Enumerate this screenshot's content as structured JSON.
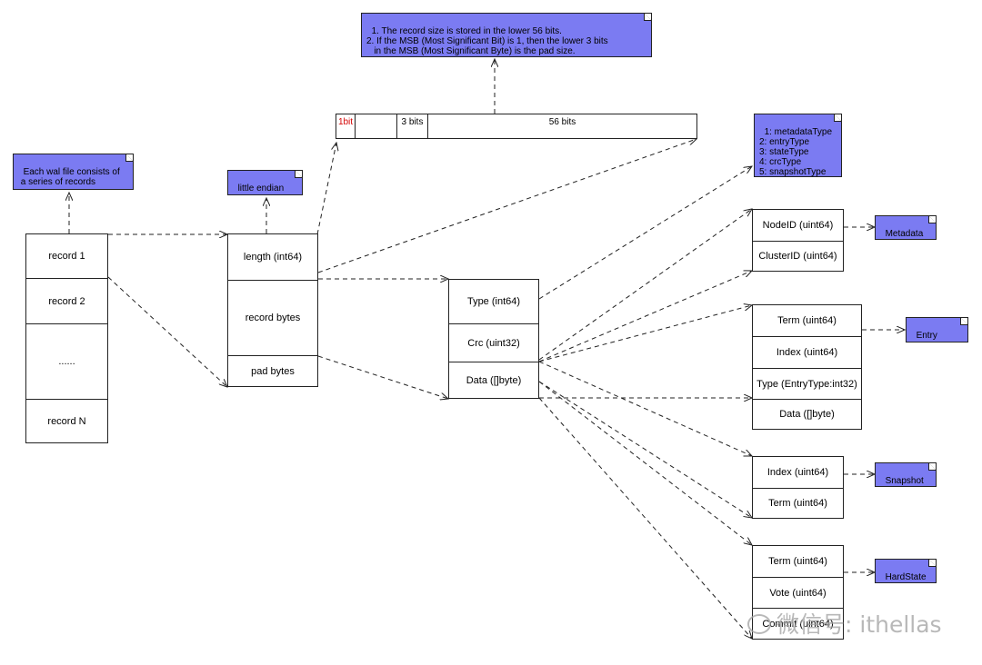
{
  "notes": {
    "record_size": "1. The record size is stored in the lower 56 bits.\n2. If the MSB (Most Significant Bit) is 1, then the lower 3 bits\n   in the MSB (Most Significant Byte) is the pad size.",
    "wal_file": "Each wal file consists of\n a series of records",
    "endian": "little endian",
    "types": "1: metadataType\n2: entryType\n3: stateType\n4: crcType\n5: snapshotType",
    "metadata": "Metadata",
    "entry": "Entry",
    "snapshot": "Snapshot",
    "hardstate": "HardState"
  },
  "bit_layout": {
    "msb": "1bit",
    "pad": "3 bits",
    "size": "56 bits"
  },
  "wal": {
    "records": [
      "record 1",
      "record 2",
      "......",
      "record N"
    ]
  },
  "frame": {
    "fields": [
      "length (int64)",
      "record bytes",
      "pad bytes"
    ]
  },
  "record": {
    "fields": [
      "Type (int64)",
      "Crc (uint32)",
      "Data ([]byte)"
    ]
  },
  "metadata": {
    "fields": [
      "NodeID (uint64)",
      "ClusterID (uint64)"
    ]
  },
  "entry": {
    "fields": [
      "Term (uint64)",
      "Index (uint64)",
      "Type (EntryType:int32)",
      "Data ([]byte)"
    ]
  },
  "snapshot": {
    "fields": [
      "Index (uint64)",
      "Term (uint64)"
    ]
  },
  "hardstate": {
    "fields": [
      "Term (uint64)",
      "Vote (uint64)",
      "Commit (uint64)"
    ]
  },
  "watermark": "微信号: ithellas",
  "colors": {
    "note_fill": "#7b7bf2",
    "bit_highlight": "#d40000",
    "line": "#222222"
  }
}
